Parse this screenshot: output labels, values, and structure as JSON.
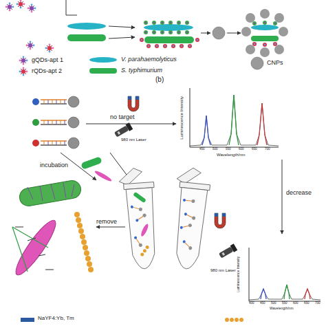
{
  "diagram": {
    "labels": [
      "(b)",
      "no target",
      "980 nm Laser",
      "Luminescence Intensity",
      "Wavelength/nm",
      "450",
      "500",
      "550",
      "600",
      "650",
      "700",
      "incubation",
      "remove",
      "decrease",
      "980 nm Laser",
      "Luminescence Intensity",
      "Wavelength/nm",
      "400",
      "450",
      "500",
      "550",
      "600",
      "650",
      "700"
    ],
    "legend": [
      {
        "text": "gQDs-apt 1"
      },
      {
        "text": "V. parahaemolyticus"
      },
      {
        "text": "rQDs-apt 2"
      },
      {
        "text": "S. typhimurium"
      },
      {
        "text": "CNPs"
      },
      {
        "text": "NaYF4:Yb, Tm"
      }
    ]
  }
}
